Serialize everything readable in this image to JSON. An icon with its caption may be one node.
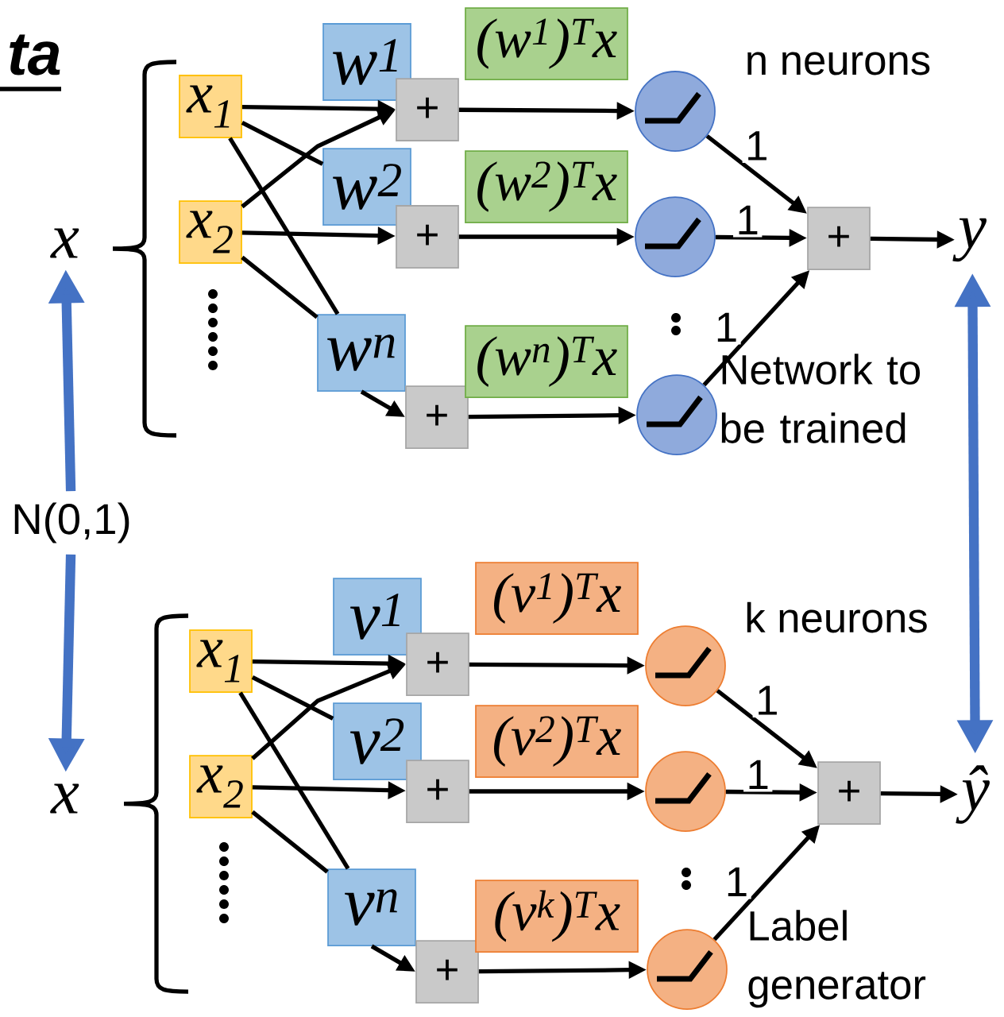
{
  "diagram": {
    "title": "ta",
    "nodes": [
      {
        "text": [
          "x"
        ]
      },
      {
        "text": [
          "N(0,1)"
        ]
      },
      {
        "text": [
          "x"
        ]
      },
      {
        "text": [
          "x$_{1}$"
        ]
      },
      {
        "text": [
          "x$_{2}$"
        ]
      },
      {
        "text": [
          "w$^{1}$"
        ]
      },
      {
        "text": [
          "w$^{2}$"
        ]
      },
      {
        "text": [
          "w$^{n}$"
        ]
      },
      {
        "text": [
          "+"
        ]
      },
      {
        "text": [
          "+"
        ]
      },
      {
        "text": [
          "+"
        ]
      },
      {
        "text": [
          "(w$^{1}$)$^{T}$x"
        ]
      },
      {
        "text": [
          "(w$^{2}$)$^{T}$x"
        ]
      },
      {
        "text": [
          "(w$^{n}$)$^{T}$x"
        ]
      },
      {
        "text": [],
        "shape": "circle"
      },
      {
        "text": [],
        "shape": "circle"
      },
      {
        "text": [],
        "shape": "circle"
      },
      {
        "text": [
          "+"
        ]
      },
      {
        "text": [
          "y"
        ]
      },
      {
        "text": [
          "x$_{1}$"
        ]
      },
      {
        "text": [
          "x$_{2}$"
        ]
      },
      {
        "text": [
          "v$^{1}$"
        ]
      },
      {
        "text": [
          "v$^{2}$"
        ]
      },
      {
        "text": [
          "v$^{n}$"
        ]
      },
      {
        "text": [
          "+"
        ]
      },
      {
        "text": [
          "+"
        ]
      },
      {
        "text": [
          "+"
        ]
      },
      {
        "text": [
          "(v$^{1}$)$^{T}$x"
        ]
      },
      {
        "text": [
          "(v$^{2}$)$^{T}$x"
        ]
      },
      {
        "text": [
          "(v$^{k}$)$^{T}$x"
        ]
      },
      {
        "text": [],
        "shape": "circle"
      },
      {
        "text": [],
        "shape": "circle"
      },
      {
        "text": [],
        "shape": "circle"
      },
      {
        "text": [
          "+"
        ]
      },
      {
        "text": [
          "ŷ"
        ]
      }
    ],
    "edges": [
      {
        "from": 1,
        "to": 0,
        "arrow": "to",
        "style": "thick",
        "color": "#4472c4"
      },
      {
        "from": 1,
        "to": 2,
        "arrow": "to",
        "style": "thick",
        "color": "#4472c4"
      },
      {
        "from": 3,
        "to": 8,
        "arrow": "to"
      },
      {
        "from": 3,
        "to": 6,
        "arrow": "none"
      },
      {
        "from": 3,
        "to": 7,
        "arrow": "none"
      },
      {
        "from": 4,
        "to": 8,
        "arrow": "to"
      },
      {
        "from": 4,
        "to": 9,
        "arrow": "to"
      },
      {
        "from": 4,
        "to": 7,
        "arrow": "none"
      },
      {
        "from": 7,
        "to": 10,
        "arrow": "to"
      },
      {
        "from": 8,
        "to": 14,
        "arrow": "to"
      },
      {
        "from": 9,
        "to": 15,
        "arrow": "to"
      },
      {
        "from": 10,
        "to": 16,
        "arrow": "to"
      },
      {
        "from": 14,
        "to": 17,
        "arrow": "to",
        "label": "1"
      },
      {
        "from": 15,
        "to": 17,
        "arrow": "to",
        "label": "1"
      },
      {
        "from": 16,
        "to": 17,
        "arrow": "to",
        "label": "1"
      },
      {
        "from": 17,
        "to": 18,
        "arrow": "to"
      },
      {
        "from": 19,
        "to": 24,
        "arrow": "to"
      },
      {
        "from": 19,
        "to": 22,
        "arrow": "none"
      },
      {
        "from": 19,
        "to": 23,
        "arrow": "none"
      },
      {
        "from": 20,
        "to": 24,
        "arrow": "to"
      },
      {
        "from": 20,
        "to": 25,
        "arrow": "to"
      },
      {
        "from": 20,
        "to": 23,
        "arrow": "none"
      },
      {
        "from": 23,
        "to": 26,
        "arrow": "to"
      },
      {
        "from": 24,
        "to": 30,
        "arrow": "to"
      },
      {
        "from": 25,
        "to": 31,
        "arrow": "to"
      },
      {
        "from": 26,
        "to": 32,
        "arrow": "to"
      },
      {
        "from": 30,
        "to": 33,
        "arrow": "to",
        "label": "1"
      },
      {
        "from": 31,
        "to": 33,
        "arrow": "to",
        "label": "1"
      },
      {
        "from": 32,
        "to": 33,
        "arrow": "to",
        "label": "1"
      },
      {
        "from": 33,
        "to": 34,
        "arrow": "to"
      },
      {
        "from": 18,
        "to": 34,
        "arrow": "both",
        "style": "thick",
        "color": "#4472c4"
      }
    ],
    "labels": [
      "n neurons",
      "Network to be trained",
      "k neurons",
      "Label generator"
    ]
  }
}
